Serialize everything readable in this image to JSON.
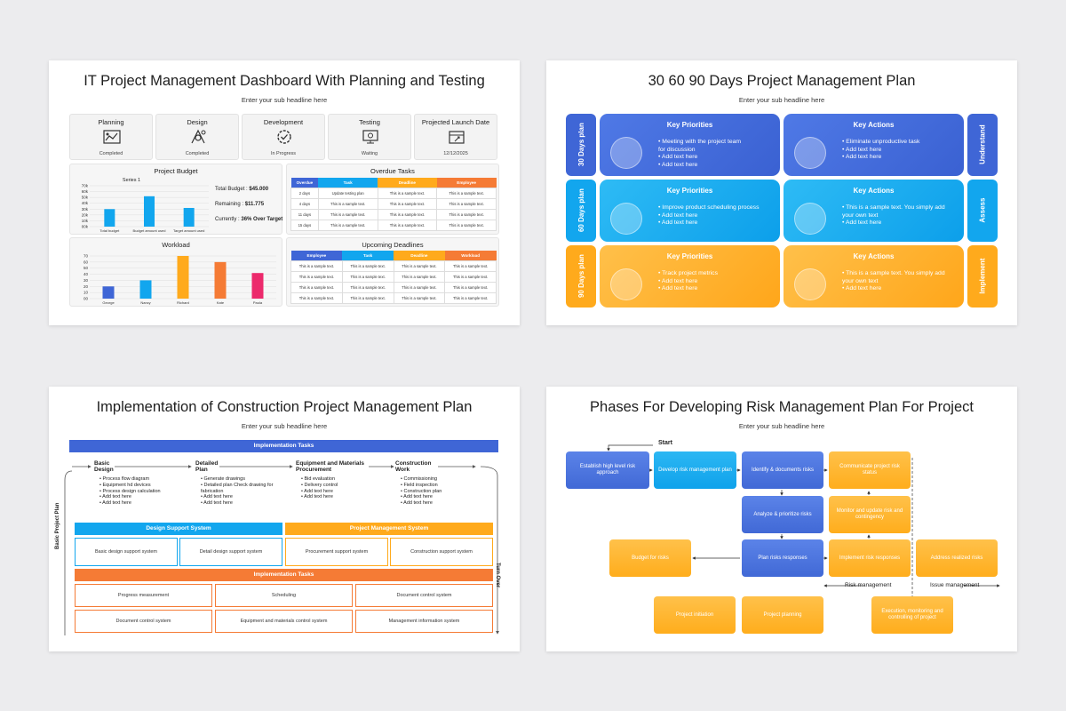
{
  "colors": {
    "blue": "#3f66d6",
    "cyan": "#12a6ee",
    "orange": "#ffaa1c",
    "deep_orange": "#f57b35",
    "pink": "#ec2a6c"
  },
  "slide1": {
    "title": "IT Project Management Dashboard With Planning and Testing",
    "subtitle": "Enter your sub headline here",
    "phases": [
      {
        "name": "Planning",
        "status": "Completed",
        "icon": "chart-board-icon"
      },
      {
        "name": "Design",
        "status": "Completed",
        "icon": "design-tools-icon"
      },
      {
        "name": "Development",
        "status": "In Progress",
        "icon": "gear-check-icon"
      },
      {
        "name": "Testing",
        "status": "Waiting",
        "icon": "testing-monitor-icon"
      },
      {
        "name": "Projected Launch Date",
        "status": "12/12/2025",
        "icon": "calendar-icon"
      }
    ],
    "budget": {
      "title": "Project Budget",
      "series_label": "Series 1",
      "total_label": "Total Budget :",
      "total_value": "$45.000",
      "remaining_label": "Remaining :",
      "remaining_value": "$11.775",
      "currently_label": "Currently :",
      "currently_value": "36% Over Target"
    },
    "budget_chart": {
      "type": "bar",
      "categories": [
        "Total budget",
        "Budget amount used",
        "Target amount used"
      ],
      "values": [
        30,
        52,
        32
      ],
      "ylim": [
        0,
        70
      ],
      "yticks": [
        "70k",
        "60k",
        "50k",
        "40k",
        "30k",
        "20k",
        "10k",
        "00k"
      ]
    },
    "workload": {
      "title": "Workload"
    },
    "workload_chart": {
      "type": "bar",
      "categories": [
        "George",
        "Nancy",
        "Richard",
        "Kate",
        "Paula"
      ],
      "values": [
        20,
        30,
        70,
        60,
        42
      ],
      "ylim": [
        0,
        70
      ],
      "yticks": [
        "70",
        "60",
        "50",
        "40",
        "30",
        "20",
        "10",
        "00"
      ]
    },
    "overdue": {
      "title": "Overdue Tasks",
      "headers": [
        "Overdue",
        "Task",
        "Deadline",
        "Employee"
      ],
      "rows": [
        [
          "2 days",
          "Update testing plan",
          "This is a sample text.",
          "This is a sample text."
        ],
        [
          "4 days",
          "This is a sample text.",
          "This is a sample text.",
          "This is a sample text."
        ],
        [
          "11 days",
          "This is a sample text.",
          "This is a sample text.",
          "This is a sample text."
        ],
        [
          "15 days",
          "This is a sample text.",
          "This is a sample text.",
          "This is a sample text."
        ]
      ]
    },
    "upcoming": {
      "title": "Upcoming Deadlines",
      "headers": [
        "Employee",
        "Task",
        "Deadline",
        "Workload"
      ],
      "rows": [
        [
          "This is a sample text.",
          "This is a sample text.",
          "This is a sample text.",
          "This is a sample text."
        ],
        [
          "This is a sample text.",
          "This is a sample text.",
          "This is a sample text.",
          "This is a sample text."
        ],
        [
          "This is a sample text.",
          "This is a sample text.",
          "This is a sample text.",
          "This is a sample text."
        ],
        [
          "This is a sample text.",
          "This is a sample text.",
          "This is a sample text.",
          "This is a sample text."
        ]
      ]
    }
  },
  "slide2": {
    "title": "30 60 90 Days Project Management Plan",
    "subtitle": "Enter your sub headline here",
    "rows": [
      {
        "left": "30 Days plan",
        "right": "Understand",
        "priorities": {
          "title": "Key Priorities",
          "items": [
            "Meeting with the project team for discussion",
            "Add text here",
            "Add text here"
          ]
        },
        "actions": {
          "title": "Key Actions",
          "items": [
            "Eliminate unproductive task",
            "Add text here",
            "Add text here"
          ]
        }
      },
      {
        "left": "60 Days plan",
        "right": "Assess",
        "priorities": {
          "title": "Key Priorities",
          "items": [
            "Improve product scheduling process",
            "Add text here",
            "Add text here"
          ]
        },
        "actions": {
          "title": "Key Actions",
          "items": [
            "This is a sample text. You simply add your own text",
            "Add text here"
          ]
        }
      },
      {
        "left": "90 Days plan",
        "right": "Implement",
        "priorities": {
          "title": "Key Priorities",
          "items": [
            "Track project metrics",
            "Add text here",
            "Add text here"
          ]
        },
        "actions": {
          "title": "Key Actions",
          "items": [
            "This is a sample text. You simply add your own text",
            "Add text here"
          ]
        }
      }
    ]
  },
  "slide3": {
    "title": "Implementation of Construction Project Management Plan",
    "subtitle": "Enter your sub headline here",
    "top_bar": "Implementation Tasks",
    "left_label": "Basic Project Plan",
    "right_label": "Turn Over",
    "columns": [
      {
        "title": "Basic Design",
        "items": [
          "Process flow diagram",
          "Equipment hd devices",
          "Process design calculation",
          "Add text here",
          "Add text here"
        ]
      },
      {
        "title": "Detailed Plan",
        "items": [
          "Generate drawings",
          "Detailed plan Check drawing for fabrication",
          "Add text here",
          "Add text here"
        ]
      },
      {
        "title": "Equipment and Materials Procurement",
        "items": [
          "Bid evaluation",
          "Delivery control",
          "Add text here",
          "Add text here"
        ]
      },
      {
        "title": "Construction Work",
        "items": [
          "Commissioning",
          "Field inspection",
          "Construction plan",
          "Add text here",
          "Add text here"
        ]
      }
    ],
    "design_support": {
      "title": "Design Support System",
      "items": [
        "Basic design support system",
        "Detail design support system"
      ]
    },
    "pm_system": {
      "title": "Project Management System",
      "items": [
        "Procurement support system",
        "Construction support system"
      ]
    },
    "impl_tasks": {
      "title": "Implementation Tasks",
      "items": [
        "Progress measurement",
        "Scheduling",
        "Document control system",
        "Document control system",
        "Equipment and materials control system",
        "Management information system"
      ]
    }
  },
  "slide4": {
    "title": "Phases For Developing Risk Management Plan For Project",
    "subtitle": "Enter your sub headline here",
    "start": "Start",
    "boxes": {
      "establish": "Establish high level risk approach",
      "develop": "Develop risk management plan",
      "identify": "Identify & documents risks",
      "communicate": "Communicate project risk status",
      "analyze": "Analyze & prioritize risks",
      "monitor": "Monitor and update risk and contingency",
      "budget": "Budget for risks",
      "plan": "Plan risks responses",
      "implement": "Implement risk responses",
      "address": "Address realized risks",
      "initiation": "Project initiation",
      "planning": "Project planning",
      "execution": "Execution, monitoring and controlling of project"
    },
    "risk_mgmt": "Risk management",
    "issue_mgmt": "Issue management"
  }
}
